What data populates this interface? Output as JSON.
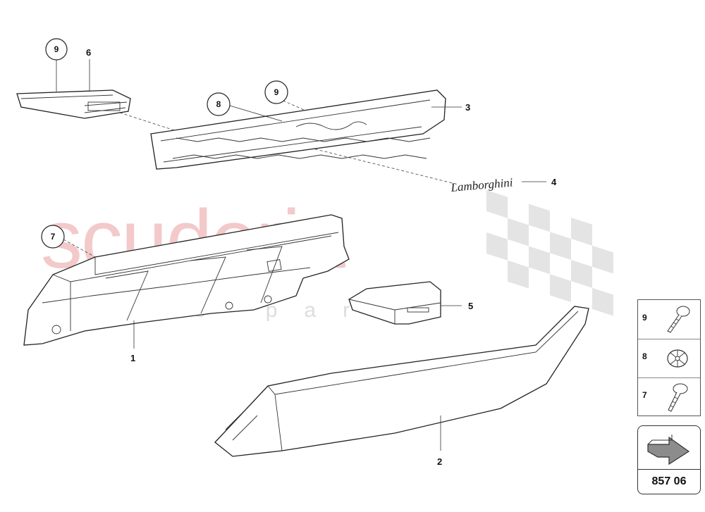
{
  "watermark": {
    "brand": "scuderia",
    "sub": "auto parts"
  },
  "parts": [
    {
      "label": "1"
    },
    {
      "label": "2"
    },
    {
      "label": "3"
    },
    {
      "label": "4"
    },
    {
      "label": "5"
    },
    {
      "label": "6"
    }
  ],
  "callouts": [
    {
      "label": "9"
    },
    {
      "label": "8"
    },
    {
      "label": "9"
    },
    {
      "label": "7"
    }
  ],
  "emblem_text": "Lamborghini",
  "legend": [
    {
      "label": "9",
      "icon": "screw-icon"
    },
    {
      "label": "8",
      "icon": "clip-nut-icon"
    },
    {
      "label": "7",
      "icon": "screw-icon"
    }
  ],
  "page_code": "857 06"
}
